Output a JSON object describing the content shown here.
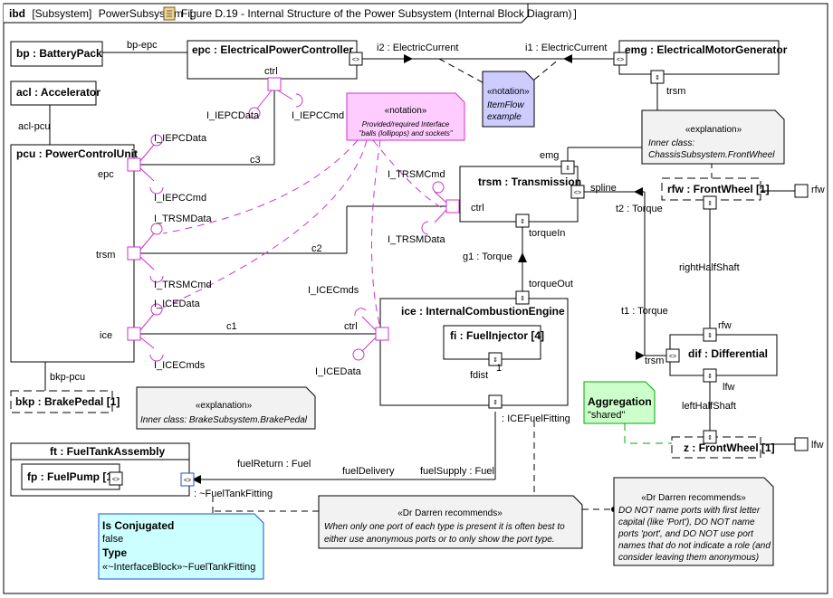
{
  "header": {
    "kind": "ibd",
    "stereotype": "[Subsystem]",
    "block": "PowerSubsystem",
    "figure": "Figure D.19 - Internal Structure of the Power Subsystem (Internal Block Diagram)"
  },
  "parts": {
    "bp": "bp : BatteryPack",
    "epc": "epc : ElectricalPowerController",
    "emg": "emg : ElectricalMotorGenerator",
    "acl": "acl : Accelerator",
    "pcu": "pcu : PowerControlUnit",
    "trsm": "trsm : Transmission",
    "rfw": "rfw : FrontWheel [1]",
    "ice": "ice : InternalCombustionEngine",
    "fi": "fi : FuelInjector [4]",
    "dif": "dif : Differential",
    "bkp": "bkp : BrakePedal [1]",
    "z": "z : FrontWheel [1]",
    "ft": "ft : FuelTankAssembly",
    "fp": "fp : FuelPump [1]"
  },
  "labels": {
    "bp_epc": "bp-epc",
    "i2": "i2 : ElectricCurrent",
    "i1": "i1 : ElectricCurrent",
    "ctrl": "ctrl",
    "iepcdata": "I_IEPCData",
    "iepccmd": "I_IEPCCmd",
    "trsm": "trsm",
    "acl_pcu": "acl-pcu",
    "pcu_epc": "epc",
    "pcu_trsm": "trsm",
    "pcu_ice": "ice",
    "c3": "c3",
    "c2": "c2",
    "c1": "c1",
    "itrsmdata": "I_TRSMData",
    "itrsmcmd": "I_TRSMCmd",
    "icedata": "I_ICEData",
    "icecmds": "I_ICECmds",
    "emg": "emg",
    "spline": "spline",
    "torquein": "torqueIn",
    "t2": "t2 : Torque",
    "g1": "g1 : Torque",
    "torqueout": "torqueOut",
    "fdist": "fdist",
    "one": "1",
    "rfw": "rfw",
    "righthalfshaft": "rightHalfShaft",
    "t1": "t1 : Torque",
    "lfw": "lfw",
    "lefthalfshaft": "leftHalfShaft",
    "bkp_pcu": "bkp-pcu",
    "icefuelfitting": ": ICEFuelFitting",
    "fuelreturn": "fuelReturn : Fuel",
    "fueldelivery": "fuelDelivery",
    "fuelsupply": "fuelSupply : Fuel",
    "fueltankfitting": ": ~FuelTankFitting"
  },
  "notes": {
    "notation1": {
      "stereotype": "«notation»",
      "line1": "ItemFlow",
      "line2": "example"
    },
    "notation2": {
      "stereotype": "«notation»",
      "line1": "Provided/required Interface",
      "line2": "\"balls (lollipops) and sockets\""
    },
    "explanation1": {
      "stereotype": "«explanation»",
      "line1": "Inner class:",
      "line2": "ChassisSubsystem.FrontWheel"
    },
    "explanation2": {
      "stereotype": "«explanation»",
      "line1": "Inner class: BrakeSubsystem.BrakePedal"
    },
    "aggregation": {
      "title": "Aggregation",
      "value": "\"shared\""
    },
    "darren1": {
      "stereotype": "«Dr Darren recommends»",
      "line1": "When only one port of each type is present it is often best to",
      "line2": "either use anonymous ports or to only show the port type."
    },
    "darren2": {
      "stereotype": "«Dr Darren recommends»",
      "line1": "DO NOT name ports with first letter",
      "line2": "capital (like 'Port'), DO NOT name",
      "line3": "ports 'port', and DO NOT use port",
      "line4": "names that do not indicate a role (and",
      "line5": "consider leaving them anonymous)"
    },
    "conjugated": {
      "k1": "Is Conjugated",
      "v1": "false",
      "k2": "Type",
      "v2": "«~InterfaceBlock»~FuelTankFitting"
    }
  },
  "colors": {
    "interface": "#cc33cc",
    "notation_pink": "#ffccff",
    "notation_blue": "#ccccff",
    "aggregation_green": "#ccffcc",
    "conjugated_cyan": "#ccffff",
    "itemflow_text": "#00008b",
    "conj_port": "#1e4fd0",
    "note_gray": "#f2f2f2"
  }
}
